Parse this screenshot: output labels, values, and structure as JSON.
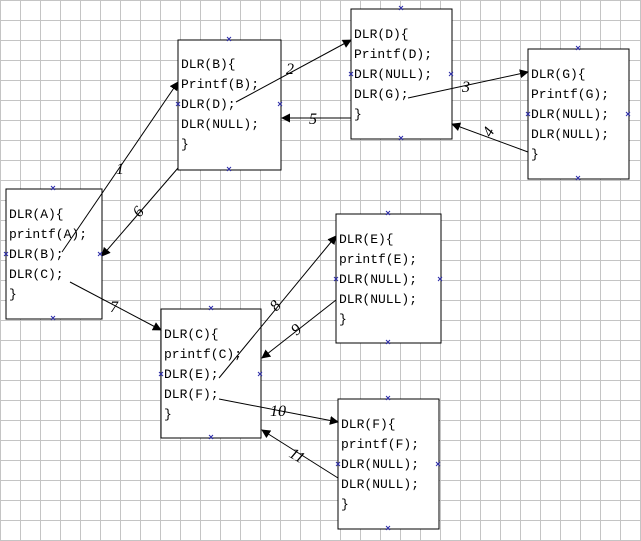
{
  "boxes": {
    "A": {
      "lines": [
        "DLR(A){",
        "printf(A);",
        "DLR(B);",
        "DLR(C);",
        "}"
      ]
    },
    "B": {
      "lines": [
        "DLR(B){",
        "Printf(B);",
        "DLR(D);",
        "DLR(NULL);",
        "}"
      ]
    },
    "C": {
      "lines": [
        "DLR(C){",
        "printf(C);",
        "DLR(E);",
        "DLR(F);",
        "}"
      ]
    },
    "D": {
      "lines": [
        "DLR(D){",
        "Printf(D);",
        "DLR(NULL);",
        "DLR(G);",
        "}"
      ]
    },
    "E": {
      "lines": [
        "DLR(E){",
        "printf(E);",
        "DLR(NULL);",
        "DLR(NULL);",
        "}"
      ]
    },
    "F": {
      "lines": [
        "DLR(F){",
        "printf(F);",
        "DLR(NULL);",
        "DLR(NULL);",
        "}"
      ]
    },
    "G": {
      "lines": [
        "DLR(G){",
        "Printf(G);",
        "DLR(NULL);",
        "DLR(NULL);",
        "}"
      ]
    }
  },
  "arrows": {
    "a1": "1",
    "a2": "2",
    "a3": "3",
    "a4": "4",
    "a5": "5",
    "a6": "6",
    "a7": "7",
    "a8": "8",
    "a9": "9",
    "a10": "10",
    "a11": "11"
  },
  "colors": {
    "grid": "#c4c4c4",
    "line": "#000000",
    "handle": "#2a2aa8"
  }
}
